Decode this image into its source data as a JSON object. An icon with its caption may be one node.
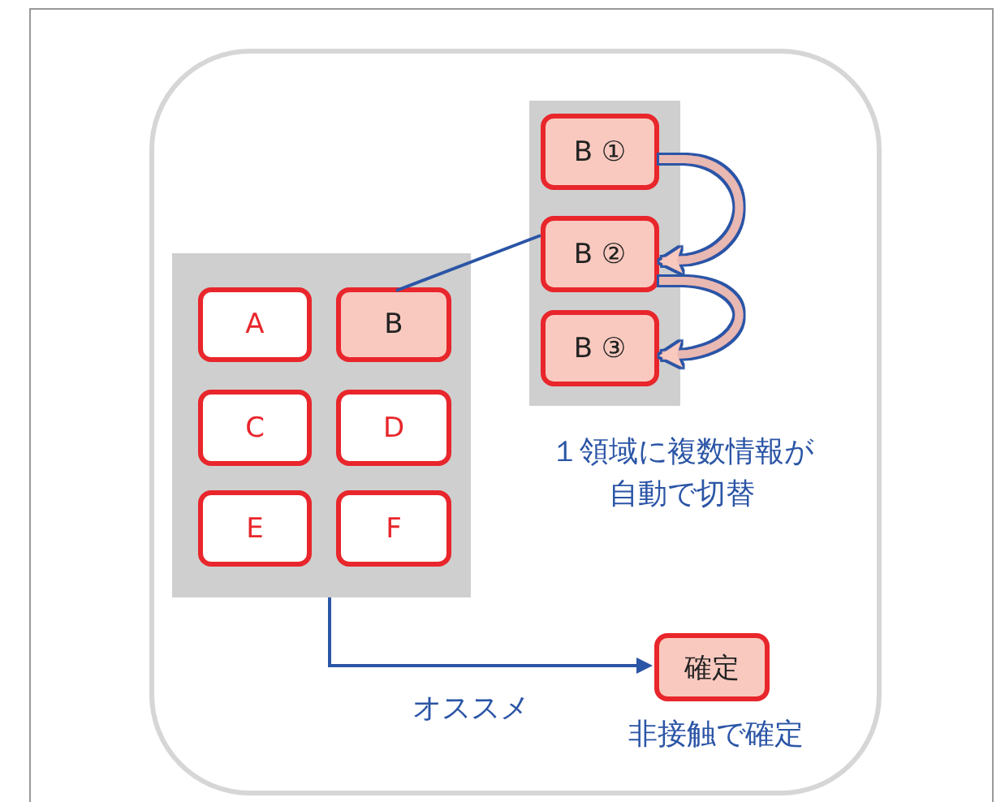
{
  "diagram": {
    "nodes": [
      {
        "text": [],
        "shape": "box"
      },
      {
        "text": [
          "A"
        ],
        "in": 0
      },
      {
        "text": [
          "B"
        ],
        "in": 0
      },
      {
        "text": [
          "C"
        ],
        "in": 0
      },
      {
        "text": [
          "D"
        ],
        "in": 0
      },
      {
        "text": [
          "E"
        ],
        "in": 0
      },
      {
        "text": [
          "F"
        ],
        "in": 0
      },
      {
        "text": [],
        "shape": "box"
      },
      {
        "text": [
          "B ①"
        ],
        "in": 7
      },
      {
        "text": [
          "B ②"
        ],
        "in": 7
      },
      {
        "text": [
          "B ③"
        ],
        "in": 7
      },
      {
        "text": [
          "確定"
        ],
        "beside": [
          "非接触で確定"
        ]
      }
    ],
    "edges": [
      {
        "from": 2,
        "to": 9,
        "arrow": "none"
      },
      {
        "from": 8,
        "to": 9,
        "arrow": "to",
        "style": "thick",
        "color": "#e8b8b2"
      },
      {
        "from": 9,
        "to": 10,
        "arrow": "to",
        "style": "thick",
        "color": "#e8b8b2"
      },
      {
        "from": 0,
        "to": 11,
        "arrow": "to",
        "label": "オススメ"
      }
    ],
    "labels": [
      "１領域に複数情報が自動で切替"
    ]
  }
}
